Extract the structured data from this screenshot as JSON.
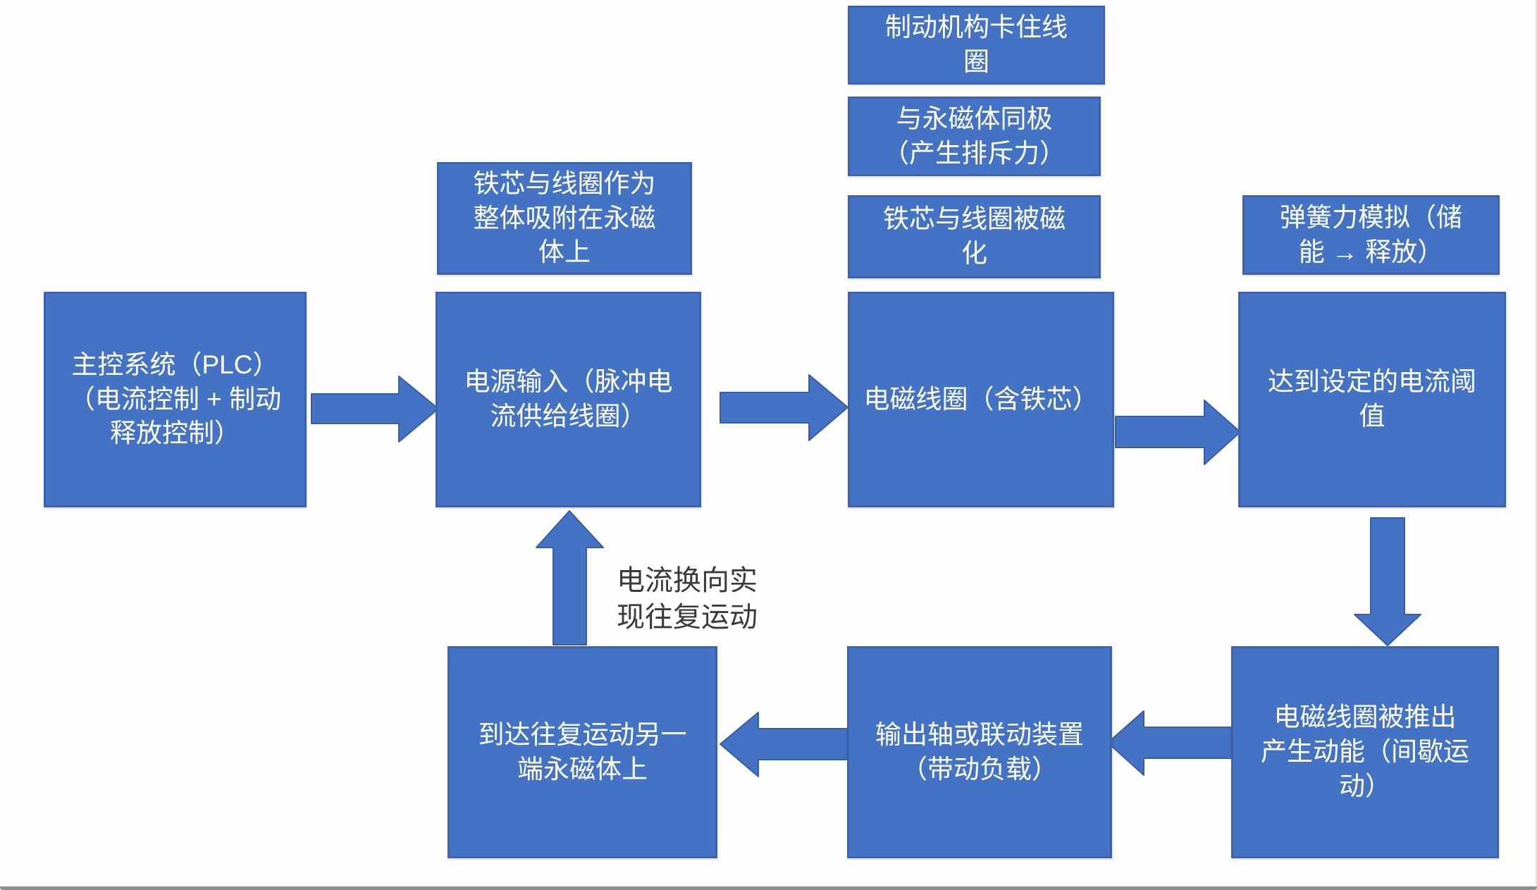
{
  "diagram": {
    "title_hint": "electromagnetic reciprocating actuator flow",
    "colors": {
      "node_fill": "#4472c4",
      "node_border": "#3d63ae",
      "node_text": "#ffffff",
      "note_text": "#3a3a3a",
      "background": "#fdfdfd",
      "frame_bar": "#8f8f8f"
    },
    "nodes": {
      "main_control": {
        "text": "主控系统（PLC）\n（电流控制 + 制动\n释放控制）"
      },
      "power_input": {
        "text": "电源输入（脉冲电\n流供给线圈）"
      },
      "em_coil": {
        "text": "电磁线圈（含铁芯）"
      },
      "current_threshold": {
        "text": "达到设定的电流阈\n值"
      },
      "coil_pushed": {
        "text": "电磁线圈被推出\n产生动能（间歇运\n动）"
      },
      "output_shaft": {
        "text": "输出轴或联动装置\n（带动负载）"
      },
      "reach_other_end": {
        "text": "到达往复运动另一\n端永磁体上"
      },
      "label_core_attach": {
        "text": "铁芯与线圈作为\n整体吸附在永磁\n体上"
      },
      "label_brake_lock": {
        "text": "制动机构卡住线\n圈"
      },
      "label_same_pole": {
        "text": "与永磁体同极\n（产生排斥力）"
      },
      "label_magnetized": {
        "text": "铁芯与线圈被磁\n化"
      },
      "label_spring_force": {
        "text": "弹簧力模拟（储\n能 → 释放）"
      }
    },
    "note": {
      "text": "电流换向实\n现往复运动"
    },
    "edges": [
      {
        "from": "main_control",
        "to": "power_input",
        "direction": "right"
      },
      {
        "from": "power_input",
        "to": "em_coil",
        "direction": "right"
      },
      {
        "from": "em_coil",
        "to": "current_threshold",
        "direction": "right"
      },
      {
        "from": "current_threshold",
        "to": "coil_pushed",
        "direction": "down"
      },
      {
        "from": "coil_pushed",
        "to": "output_shaft",
        "direction": "left"
      },
      {
        "from": "output_shaft",
        "to": "reach_other_end",
        "direction": "left"
      },
      {
        "from": "reach_other_end",
        "to": "power_input",
        "direction": "up"
      }
    ]
  }
}
